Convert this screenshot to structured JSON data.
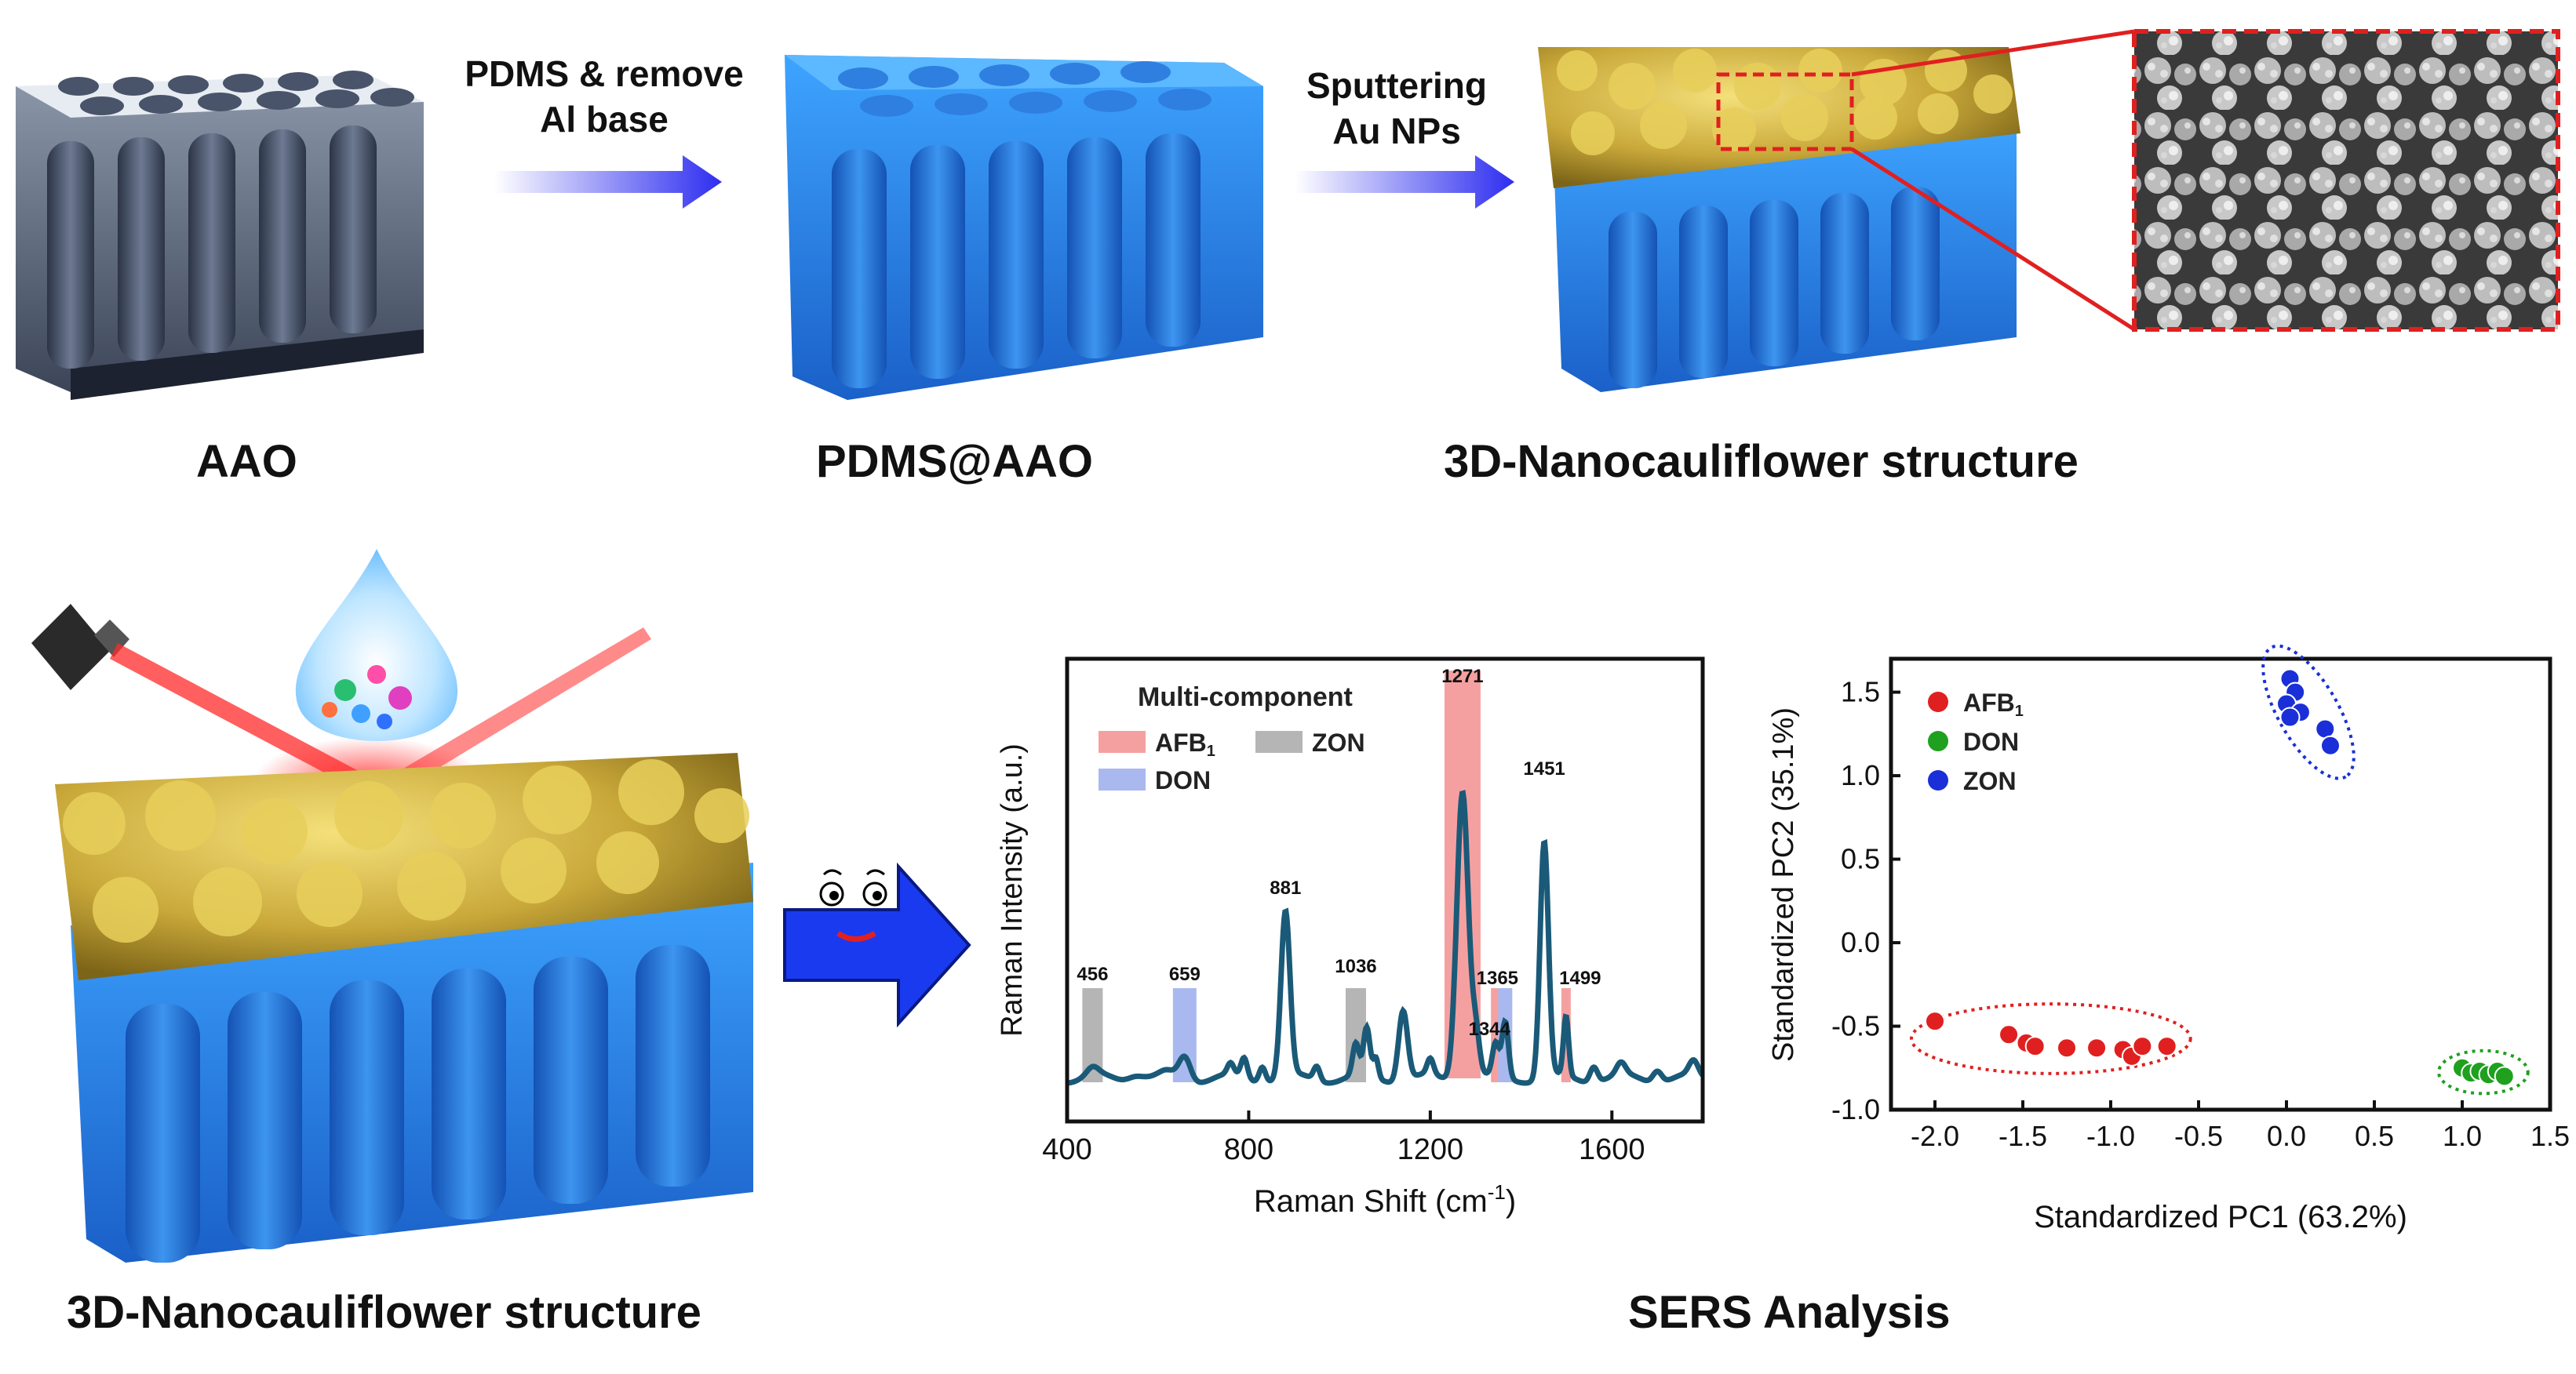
{
  "top_row": {
    "aao_caption": "AAO",
    "pdms_caption": "PDMS@AAO",
    "nano_caption": "3D-Nanocauliflower structure",
    "arrow1_label": [
      "PDMS & remove",
      "Al base"
    ],
    "arrow2_label": [
      "Sputtering",
      "Au NPs"
    ]
  },
  "bottom_row": {
    "nano_caption": "3D-Nanocauliflower structure",
    "sers_caption": "SERS  Analysis"
  },
  "colors": {
    "pdms_blue": "#2a7fe0",
    "gold": "#c9a83a",
    "aao_grey": "#5a6578",
    "arrow_blue": "#2d2df0",
    "zoom_red": "#e02020",
    "spectrum": "#1a5a78",
    "afb_band": "#f5a0a0",
    "don_band": "#a9b9ef",
    "zon_band": "#b5b5b5",
    "afb_points": "#e02020",
    "don_points": "#1fa01f",
    "zon_points": "#1a2fd8"
  },
  "raman_chart": {
    "type": "line",
    "xlabel": "Raman Shift (cm",
    "xlabel_sup": "-1",
    "xlabel_end": ")",
    "ylabel": "Raman Intensity (a.u.)",
    "xlim": [
      400,
      1800
    ],
    "xticks": [
      "400",
      "800",
      "1200",
      "1600"
    ],
    "legend_title": "Multi-component",
    "legend": {
      "afb": "AFB",
      "afb_sub": "1",
      "zon": "ZON",
      "don": "DON"
    },
    "bands": [
      {
        "x": 456,
        "type": "zon"
      },
      {
        "x": 659,
        "type": "don"
      },
      {
        "x": 1036,
        "type": "zon"
      },
      {
        "x": 1271,
        "type": "afb"
      },
      {
        "x": 1344,
        "type": "afb"
      },
      {
        "x": 1365,
        "type": "don"
      },
      {
        "x": 1499,
        "type": "afb"
      }
    ],
    "peak_labels": [
      "456",
      "659",
      "881",
      "1036",
      "1271",
      "1344",
      "1365",
      "1451",
      "1499"
    ]
  },
  "chart_data": {
    "type": "scatter",
    "xlabel": "Standardized PC1 (63.2%)",
    "ylabel": "Standardized PC2 (35.1%)",
    "xlim": [
      -2.25,
      1.5
    ],
    "ylim": [
      -1.0,
      1.7
    ],
    "xticks": [
      "-2.0",
      "-1.5",
      "-1.0",
      "-0.5",
      "0.0",
      "0.5",
      "1.0",
      "1.5"
    ],
    "yticks": [
      "-1.0",
      "-0.5",
      "0.0",
      "0.5",
      "1.0",
      "1.5"
    ],
    "legend_placement": "top-left",
    "series": [
      {
        "name": "AFB",
        "sub": "1",
        "color": "#e02020",
        "points": [
          [
            -2.0,
            -0.47
          ],
          [
            -1.58,
            -0.55
          ],
          [
            -1.48,
            -0.6
          ],
          [
            -1.43,
            -0.62
          ],
          [
            -1.25,
            -0.63
          ],
          [
            -1.08,
            -0.63
          ],
          [
            -0.93,
            -0.64
          ],
          [
            -0.88,
            -0.68
          ],
          [
            -0.82,
            -0.62
          ],
          [
            -0.68,
            -0.62
          ]
        ]
      },
      {
        "name": "DON",
        "color": "#1fa01f",
        "points": [
          [
            1.0,
            -0.75
          ],
          [
            1.05,
            -0.78
          ],
          [
            1.1,
            -0.77
          ],
          [
            1.15,
            -0.79
          ],
          [
            1.2,
            -0.77
          ],
          [
            1.24,
            -0.8
          ]
        ]
      },
      {
        "name": "ZON",
        "color": "#1a2fd8",
        "points": [
          [
            0.02,
            1.58
          ],
          [
            0.05,
            1.5
          ],
          [
            0.0,
            1.43
          ],
          [
            0.08,
            1.38
          ],
          [
            0.02,
            1.35
          ],
          [
            0.22,
            1.28
          ],
          [
            0.25,
            1.18
          ]
        ]
      }
    ]
  }
}
